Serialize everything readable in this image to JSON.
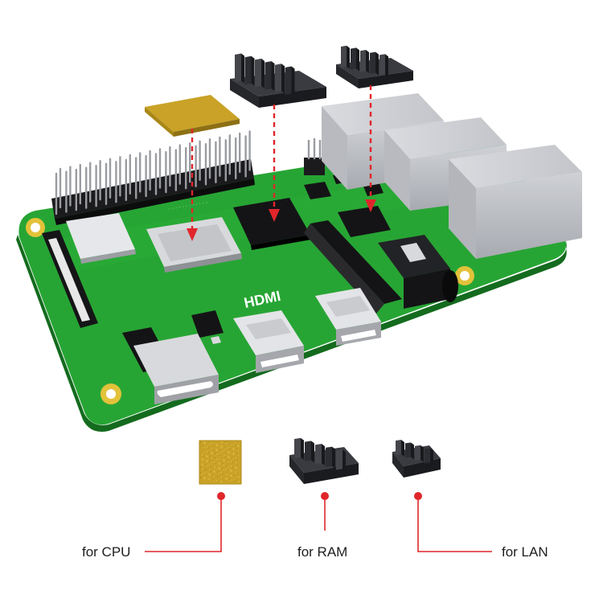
{
  "board": {
    "silkscreen": "HDMI"
  },
  "legend": {
    "cpu_label": "for CPU",
    "ram_label": "for RAM",
    "lan_label": "for LAN"
  },
  "colors": {
    "pcb": "#27a534",
    "copper_pad": "#c9a227",
    "heatsink": "#2a2b2f",
    "leader_line": "#e0262b",
    "port_metal": "#bdbfc4"
  }
}
